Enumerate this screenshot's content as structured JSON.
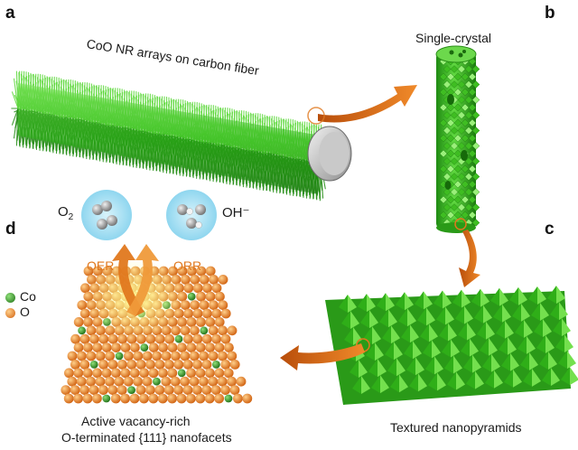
{
  "panels": {
    "a": {
      "letter": "a",
      "title": "CoO NR arrays on carbon fiber"
    },
    "b": {
      "letter": "b",
      "title": "Single-crystal"
    },
    "c": {
      "letter": "c",
      "caption": "Textured nanopyramids"
    },
    "d": {
      "letter": "d",
      "caption_line1": "Active vacancy-rich",
      "caption_line2": "O-terminated {111} nanofacets",
      "legend": [
        {
          "label": "Co",
          "color": "#2f8a2f"
        },
        {
          "label": "O",
          "color": "#e07a20"
        }
      ],
      "reactions": {
        "left": "OER",
        "right": "ORR"
      },
      "species": {
        "left": "O",
        "left_subscript": "2",
        "right": "OH⁻"
      }
    }
  },
  "colors": {
    "green": "#3cc41e",
    "dark_green": "#1f7d12",
    "orange": "#e0781e",
    "bubble": "#a9e2f5"
  }
}
